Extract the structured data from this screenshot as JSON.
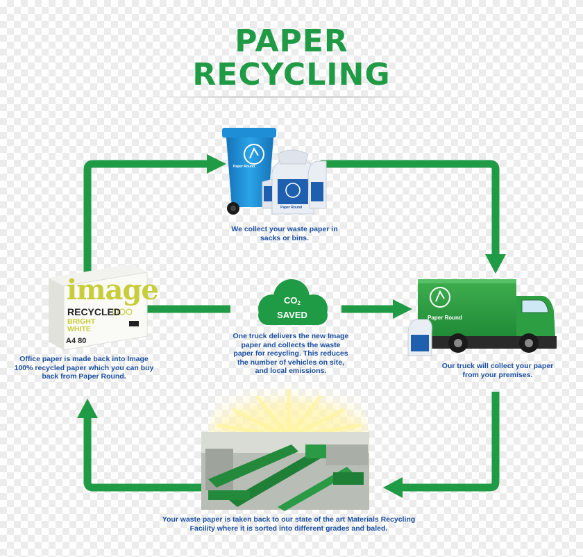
{
  "title": {
    "line1": "PAPER",
    "line2": "RECYCLING"
  },
  "colors": {
    "brand_green": "#1f9a45",
    "caption_blue": "#1a4fa0",
    "bin_blue": "#1e8fd6"
  },
  "steps": {
    "collect": {
      "caption": "We collect your waste paper in sacks or bins.",
      "icon": "wheelie-bin-and-sacks"
    },
    "truck": {
      "caption": "Our truck will collect your paper from your premises.",
      "icon": "delivery-truck",
      "truck_label": "Paper Round"
    },
    "facility": {
      "caption": "Your waste paper is taken back to our state of the art Materials Recycling Facility where it is sorted into different grades and baled.",
      "icon": "recycling-facility"
    },
    "paper": {
      "caption": "Office paper is made back into Image 100% recycled paper which you can buy back from Paper Round.",
      "icon": "paper-ream-box"
    }
  },
  "center": {
    "cloud_line1": "CO",
    "cloud_sub": "2",
    "cloud_line2": "SAVED",
    "caption": "One truck delivers the new Image paper and collects the waste paper for recycling. This reduces the number of vehicles on site, and local emissions."
  },
  "product": {
    "brand": "image",
    "line": "RECYCLED",
    "color_line1": "BRIGHT",
    "color_line2": "WHITE",
    "size": "A4 80"
  },
  "bin_label": "Paper Round",
  "sack_label": "Paper Round"
}
